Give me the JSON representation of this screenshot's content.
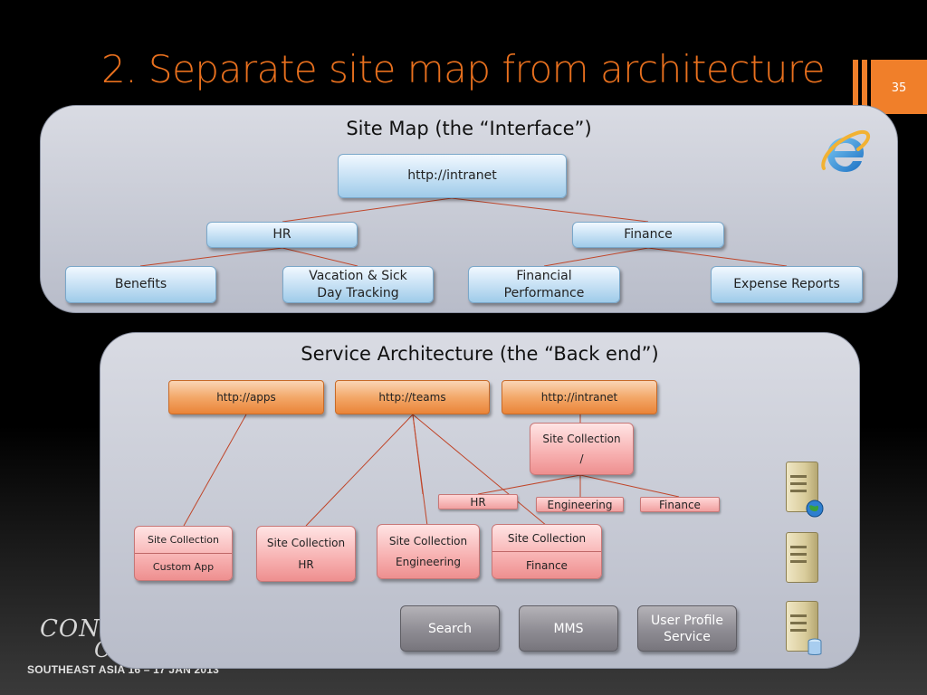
{
  "slide": {
    "title": "2. Separate site map from architecture",
    "number": "35",
    "accent_color": "#e8701e"
  },
  "site_map": {
    "heading": "Site Map (the “Interface”)",
    "root": "http://intranet",
    "level1": [
      "HR",
      "Finance"
    ],
    "level2": [
      "Benefits",
      "Vacation & Sick Day Tracking",
      "Financial Performance",
      "Expense Reports"
    ],
    "browser_icon": "internet-explorer-icon"
  },
  "architecture": {
    "heading": "Service Architecture (the “Back end”)",
    "web_apps": [
      "http://apps",
      "http://teams",
      "http://intranet"
    ],
    "root_collection": {
      "label": "Site Collection",
      "path": "/"
    },
    "root_subsites": [
      "HR",
      "Engineering",
      "Finance"
    ],
    "collections": [
      {
        "label": "Site Collection",
        "name": "Custom App"
      },
      {
        "label": "Site Collection",
        "name": "HR"
      },
      {
        "label": "Site Collection",
        "name": "Engineering"
      },
      {
        "label": "Site Collection",
        "name": "Finance"
      }
    ],
    "services": [
      "Search",
      "MMS",
      "User Profile Service"
    ],
    "server_icons": [
      "web-server-icon",
      "app-server-icon",
      "database-server-icon"
    ]
  },
  "watermark": {
    "line1": "CONN",
    "line2": "C",
    "line3": "SOUTHEAST ASIA 16 – 17 JAN 2013"
  },
  "colors": {
    "connector": "#c0462a",
    "orange_box": "#ea8438",
    "blue_box": "#cce4f6",
    "pink_box": "#f7b0b0",
    "gray_box": "#8e8c93"
  }
}
